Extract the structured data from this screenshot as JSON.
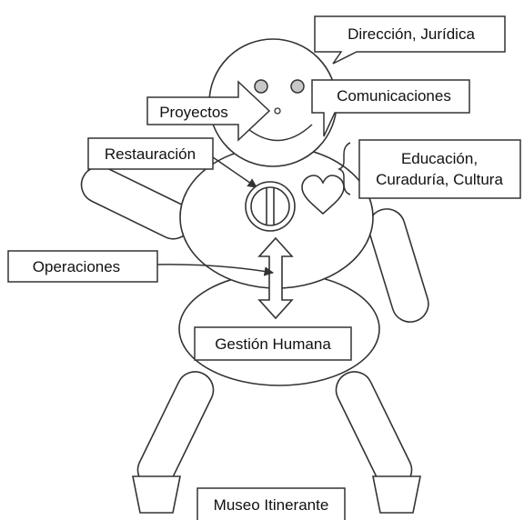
{
  "diagram": {
    "labels": {
      "direccion": "Dirección, Jurídica",
      "proyectos": "Proyectos",
      "comunicaciones": "Comunicaciones",
      "restauracion": "Restauración",
      "educacion_line1": "Educación,",
      "educacion_line2": "Curaduría, Cultura",
      "operaciones": "Operaciones",
      "gestion_humana": "Gestión Humana",
      "museo_itinerante": "Museo Itinerante"
    }
  }
}
